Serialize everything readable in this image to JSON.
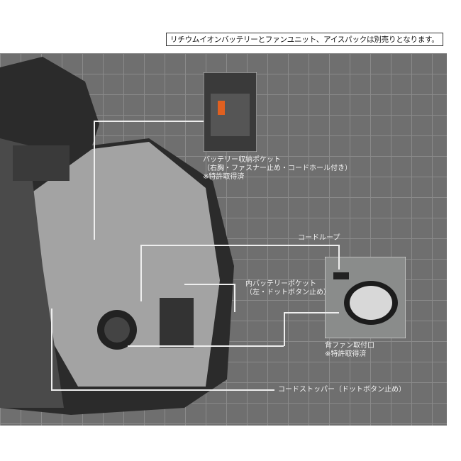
{
  "notice": "リチウムイオンバッテリーとファンユニット、アイスパックは別売りとなります。",
  "callouts": {
    "battery_pocket": {
      "title": "バッテリー収納ポケット",
      "detail": "（右胸・ファスナー止め・コードホール付き）",
      "patent": "※特許取得済"
    },
    "cord_loop": {
      "title": "コードループ"
    },
    "inner_battery_pocket": {
      "title": "内バッテリーポケット",
      "detail": "（左・ドットボタン止め）"
    },
    "back_fan": {
      "title": "背ファン取付口",
      "patent": "※特許取得済"
    },
    "cord_stopper": {
      "title": "コードストッパー（ドットボタン止め）"
    }
  },
  "colors": {
    "background_grid": "#6f6f6f",
    "grid_line": "#8a8a8a",
    "callout_line": "#eeeeee"
  }
}
